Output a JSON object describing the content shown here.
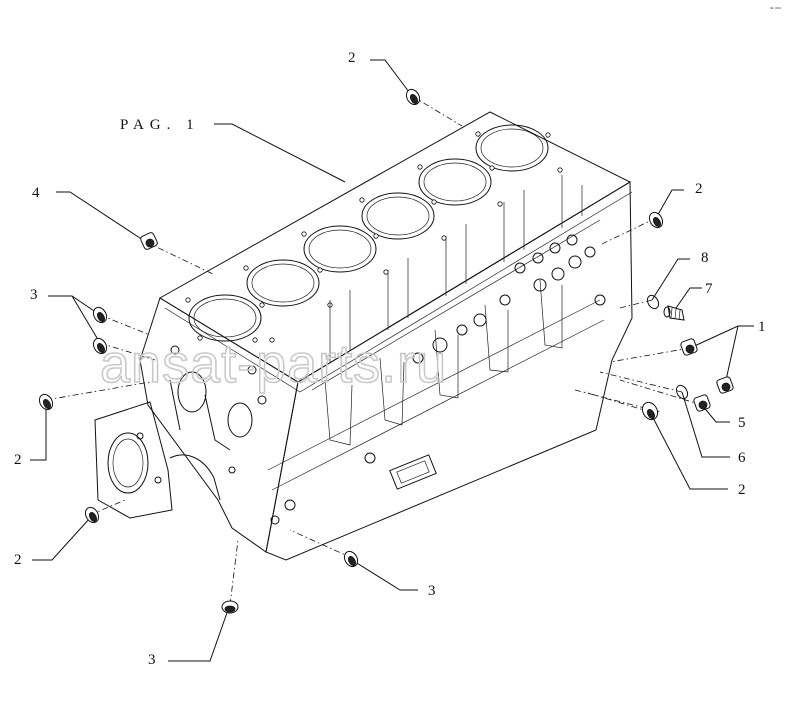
{
  "diagram": {
    "corner_mark": "ᵃᵉ ᵃᵃᵃ",
    "reference_label": "PAG. 1",
    "watermark": "ansat-parts.ru",
    "callouts": [
      {
        "id": "c-2-top",
        "number": "2"
      },
      {
        "id": "c-4",
        "number": "4"
      },
      {
        "id": "c-2-right",
        "number": "2"
      },
      {
        "id": "c-8",
        "number": "8"
      },
      {
        "id": "c-7",
        "number": "7"
      },
      {
        "id": "c-1",
        "number": "1"
      },
      {
        "id": "c-3-left",
        "number": "3"
      },
      {
        "id": "c-5",
        "number": "5"
      },
      {
        "id": "c-6",
        "number": "6"
      },
      {
        "id": "c-2-left-mid",
        "number": "2"
      },
      {
        "id": "c-2-bottom-right",
        "number": "2"
      },
      {
        "id": "c-2-left-low",
        "number": "2"
      },
      {
        "id": "c-3-bottom-mid",
        "number": "3"
      },
      {
        "id": "c-3-bottom-left",
        "number": "3"
      }
    ]
  }
}
